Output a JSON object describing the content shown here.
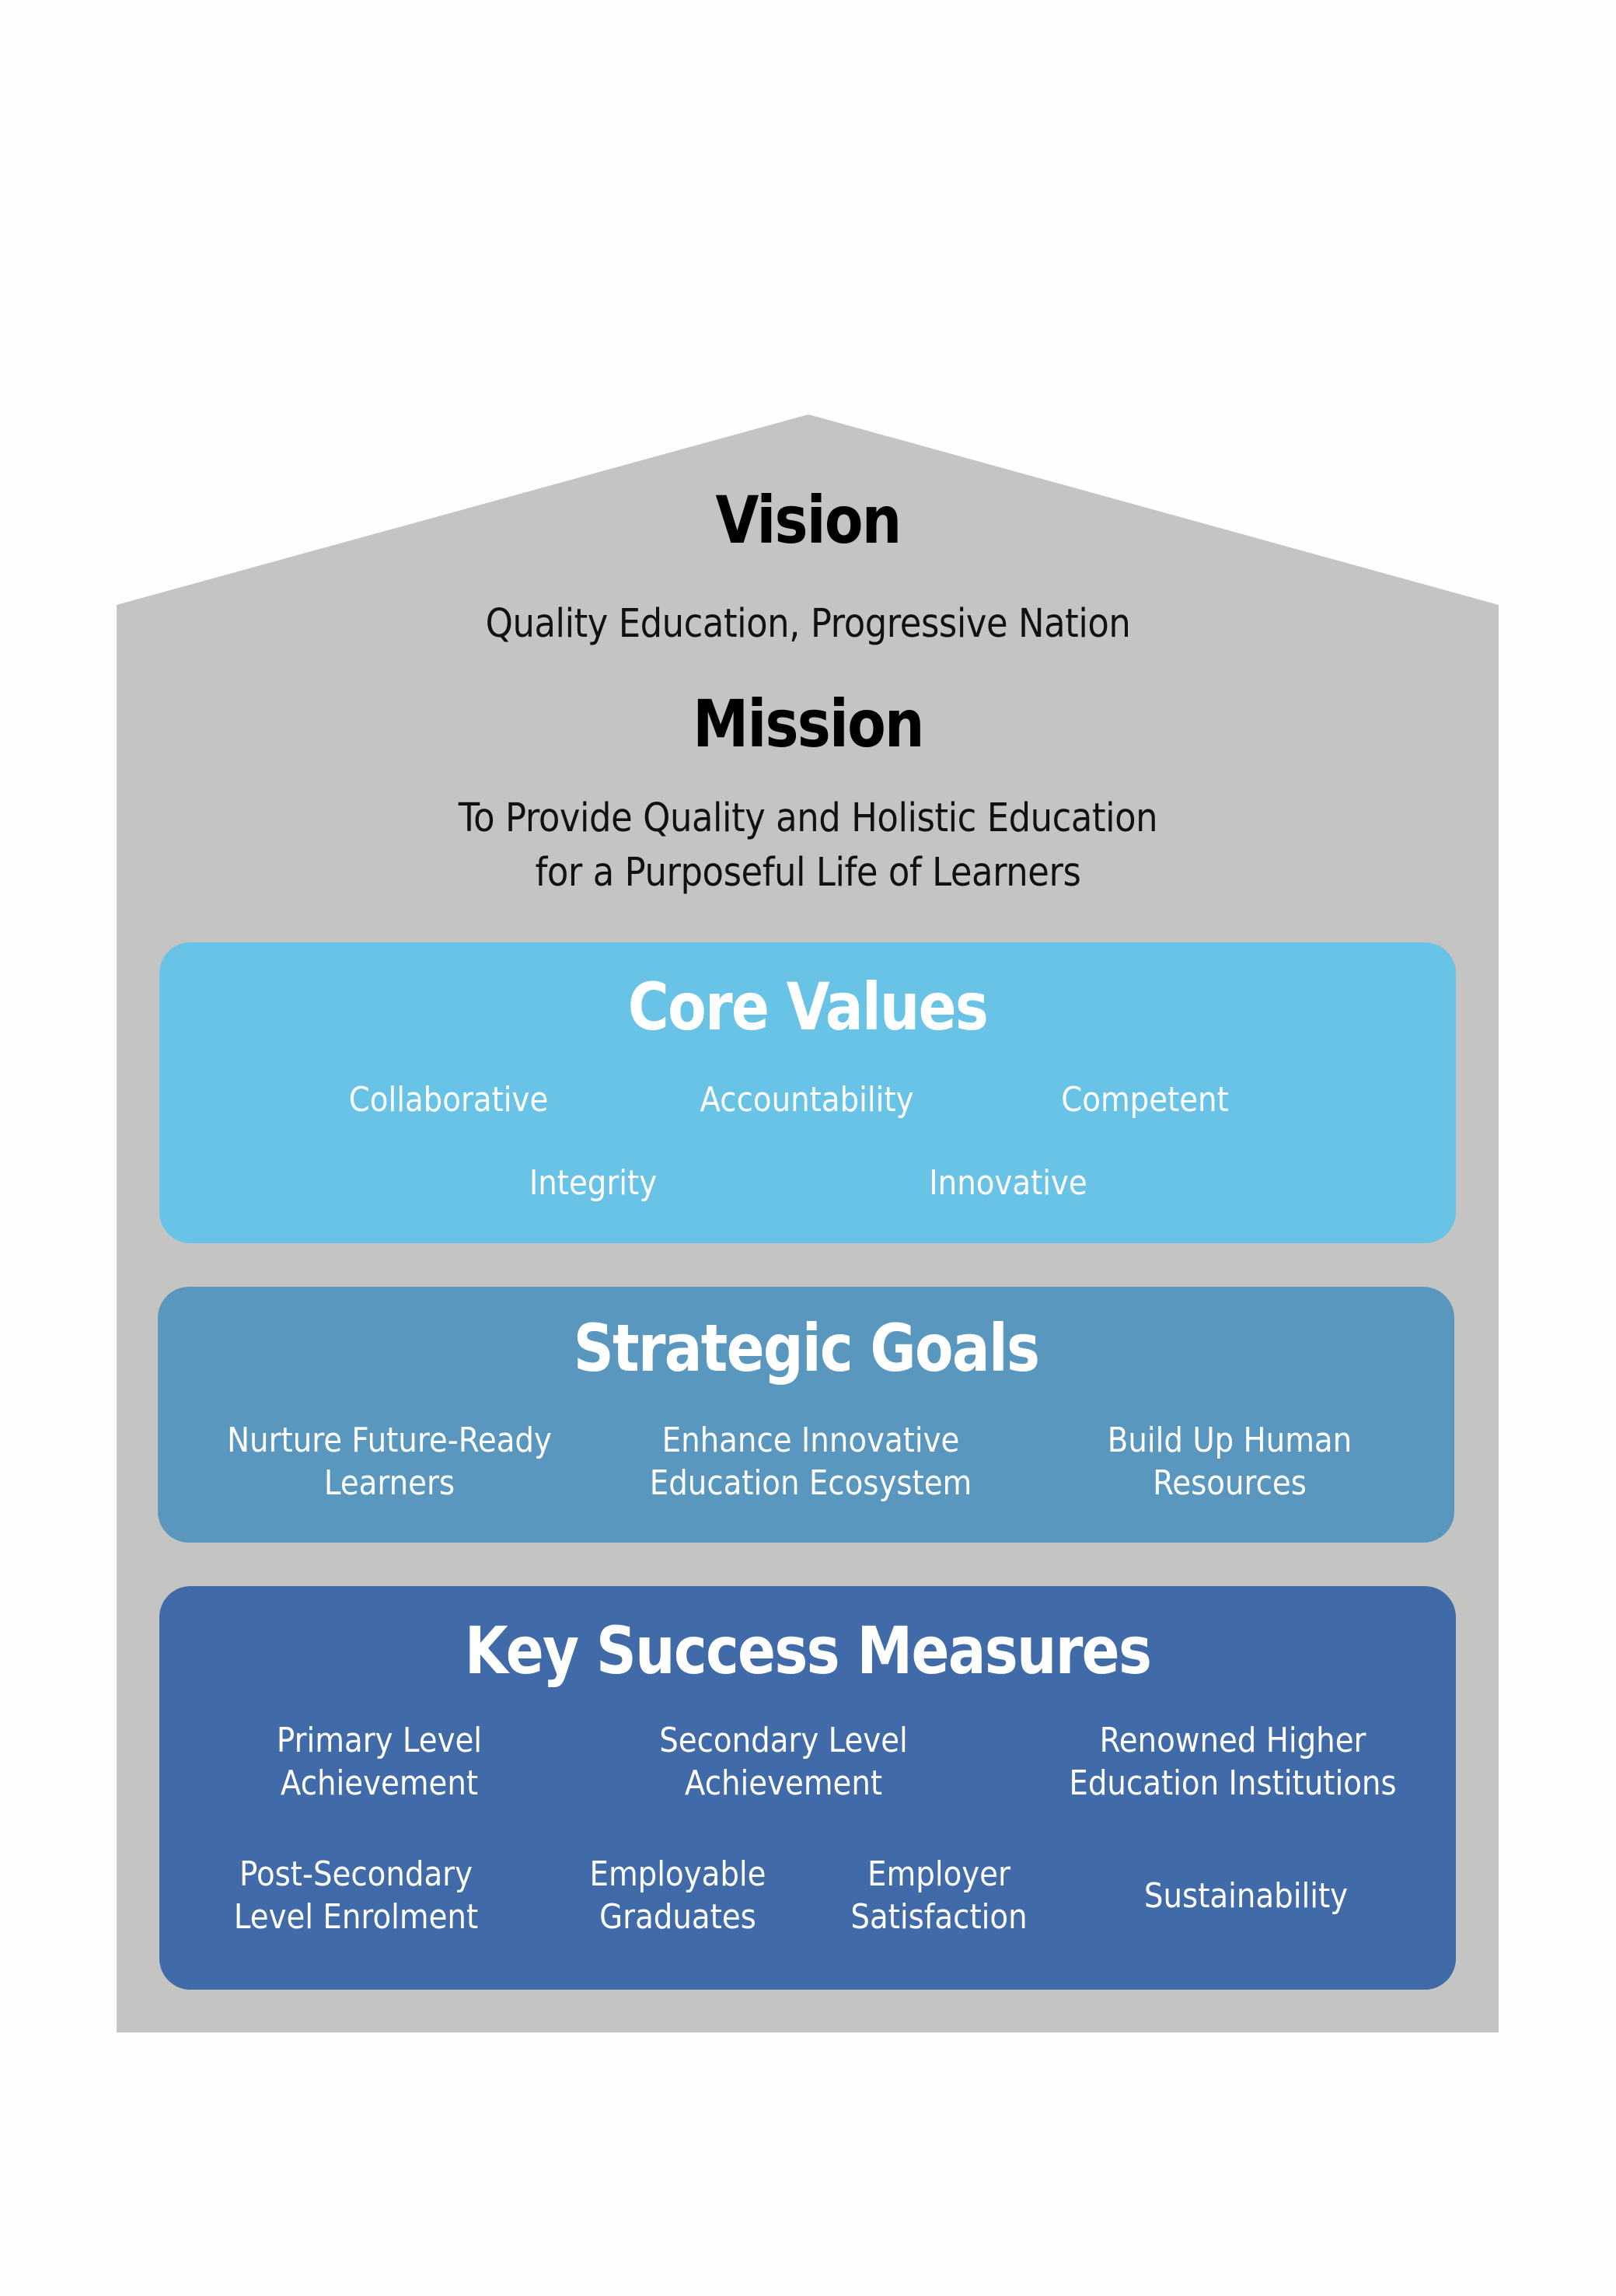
{
  "colors": {
    "background": "#fefefe",
    "house": "#c4c4c3",
    "core_values": "#69c3e7",
    "strategic_goals": "#5a97be",
    "key_success_measures": "#416aa9",
    "heading_text": "#000000",
    "panel_text": "#ffffff"
  },
  "vision": {
    "title": "Vision",
    "text": "Quality Education, Progressive Nation"
  },
  "mission": {
    "title": "Mission",
    "lines": [
      "To Provide Quality and Holistic Education",
      "for a Purposeful Life of Learners"
    ]
  },
  "core_values": {
    "title": "Core Values",
    "items": [
      "Collaborative",
      "Accountability",
      "Competent",
      "Integrity",
      "Innovative"
    ]
  },
  "strategic_goals": {
    "title": "Strategic Goals",
    "items": [
      {
        "line1": "Nurture Future-Ready",
        "line2": "Learners"
      },
      {
        "line1": "Enhance Innovative",
        "line2": "Education Ecosystem"
      },
      {
        "line1": "Build Up Human",
        "line2": "Resources"
      }
    ]
  },
  "key_success_measures": {
    "title": "Key Success Measures",
    "items": [
      {
        "line1": "Primary Level",
        "line2": "Achievement"
      },
      {
        "line1": "Secondary Level",
        "line2": "Achievement"
      },
      {
        "line1": "Renowned Higher",
        "line2": "Education Institutions"
      },
      {
        "line1": "Post-Secondary",
        "line2": "Level Enrolment"
      },
      {
        "line1": "Employable",
        "line2": "Graduates"
      },
      {
        "line1": "Employer",
        "line2": "Satisfaction"
      },
      {
        "line1": "Sustainability",
        "line2": ""
      }
    ]
  }
}
